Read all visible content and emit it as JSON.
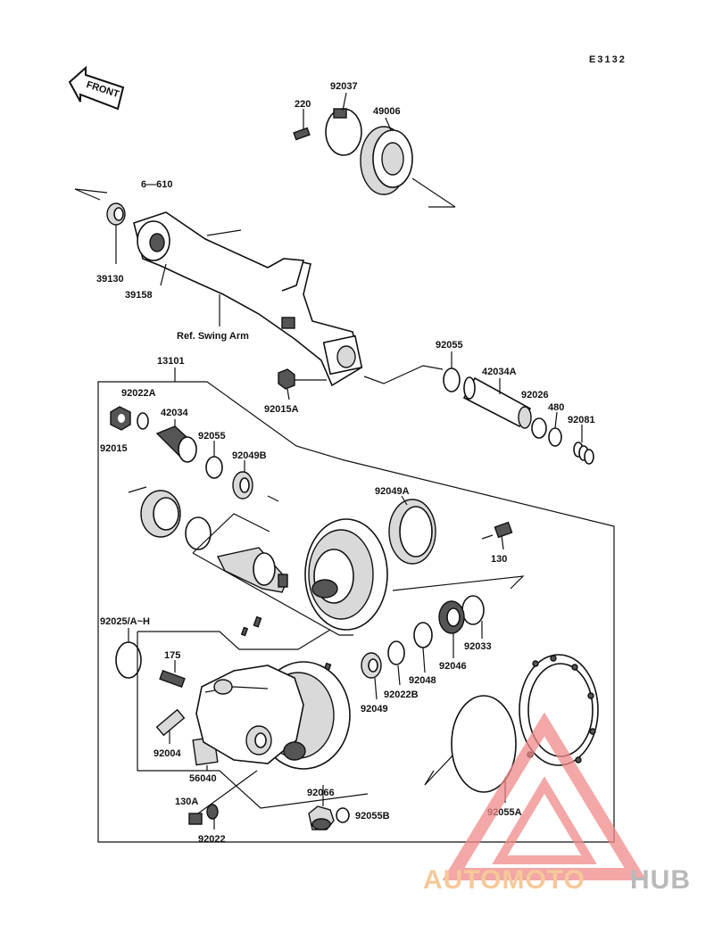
{
  "diagram": {
    "code": "E3132",
    "front_label": "FRONT",
    "ref_label": "Ref. Swing Arm",
    "parts": {
      "p220": "220",
      "p92037": "92037",
      "p49006": "49006",
      "p610": "6—610",
      "p39130": "39130",
      "p39158": "39158",
      "p92015A": "92015A",
      "p92055a": "92055",
      "p42034A": "42034A",
      "p92026": "92026",
      "p480": "480",
      "p92081": "92081",
      "p13101": "13101",
      "p92022A": "92022A",
      "p42034": "42034",
      "p92015": "92015",
      "p92055b": "92055",
      "p92049B": "92049B",
      "p92049A": "92049A",
      "p130": "130",
      "p92025": "92025/A~H",
      "p175": "175",
      "p92004": "92004",
      "p56040": "56040",
      "p92033": "92033",
      "p92046": "92046",
      "p92048": "92048",
      "p92022B": "92022B",
      "p92049": "92049",
      "p92066": "92066",
      "p92055B": "92055B",
      "p130A": "130A",
      "p92022": "92022",
      "p92055A": "92055A"
    }
  },
  "watermark": {
    "text_a": "AUTOMOTO",
    "text_b": "HUB",
    "color_a": "#f5c99a",
    "color_b": "#c9c9c9",
    "triangle_color": "#f08a8a"
  }
}
